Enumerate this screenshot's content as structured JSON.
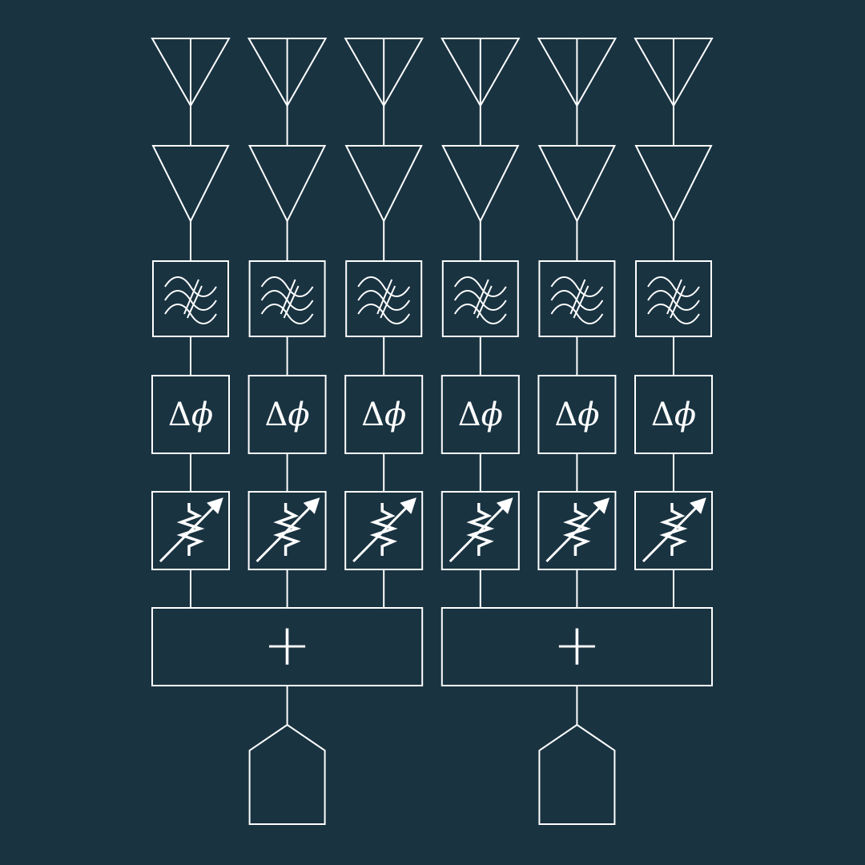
{
  "colors": {
    "background": "#193341",
    "line": "#ffffff"
  },
  "diagram": {
    "channel_count": 6,
    "group_count": 2,
    "channels_per_group": 3,
    "chain": [
      {
        "stage": "antenna",
        "icon": "antenna-icon"
      },
      {
        "stage": "amplifier",
        "icon": "amplifier-icon"
      },
      {
        "stage": "filter",
        "icon": "bandpass-filter-icon"
      },
      {
        "stage": "phase_shifter",
        "icon": "phase-shifter-icon",
        "label": "Δϕ"
      },
      {
        "stage": "attenuator",
        "icon": "variable-attenuator-icon"
      },
      {
        "stage": "summer",
        "icon": "summer-icon",
        "label": "+"
      },
      {
        "stage": "output_port",
        "icon": "output-port-icon"
      }
    ],
    "phase_label": {
      "delta": "Δ",
      "phi": "ϕ"
    },
    "summer_label": "+"
  }
}
